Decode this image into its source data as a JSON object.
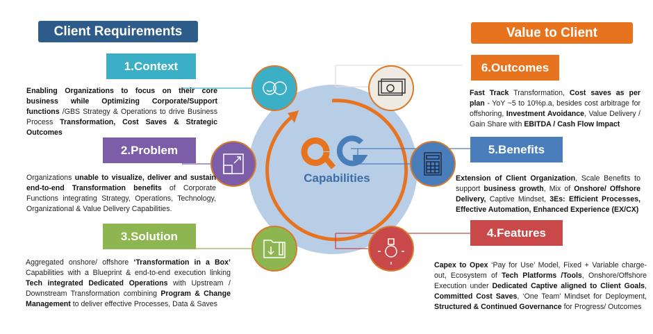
{
  "headers": {
    "left": "Client Requirements",
    "right": "Value to Client"
  },
  "center": {
    "logo": "QG",
    "caption": "Capabilities"
  },
  "colors": {
    "dark_blue": "#2E5C8A",
    "orange": "#E8731F",
    "teal": "#3AAFC6",
    "purple": "#7B5EA7",
    "green": "#8DB550",
    "blue": "#4A7EBB",
    "red": "#C9484A",
    "circle_bg": "#B8CDE6"
  },
  "items": [
    {
      "label": "1.Context",
      "icon": "sun-face-icon",
      "parts": [
        [
          "b",
          "Enabling Organizations to focus on their core business while Optimizing Corporate/Support functions"
        ],
        [
          "n",
          " /GBS Strategy & Operations to drive Business Process "
        ],
        [
          "b",
          "Transformation, Cost Saves & Strategic Outcomes"
        ]
      ]
    },
    {
      "label": "2.Problem",
      "icon": "expand-icon",
      "parts": [
        [
          "n",
          "Organizations "
        ],
        [
          "b",
          "unable to visualize, deliver and sustain end-to-end Transformation benefits"
        ],
        [
          "n",
          " of Corporate Functions integrating Strategy, Operations, Technology, Organizational & Value Delivery Capabilities."
        ]
      ]
    },
    {
      "label": "3.Solution",
      "icon": "folder-download-icon",
      "parts": [
        [
          "n",
          "Aggregated onshore/ offshore "
        ],
        [
          "b",
          "‘Transformation in a Box’"
        ],
        [
          "n",
          " Capabilities with a Blueprint & end-to-end execution linking "
        ],
        [
          "b",
          "Tech integrated Dedicated Operations"
        ],
        [
          "n",
          " with Upstream / Downstream Transformation combining "
        ],
        [
          "b",
          "Program & Change Management"
        ],
        [
          "n",
          " to deliver effective Processes, Data & Saves"
        ]
      ]
    },
    {
      "label": "4.Features",
      "icon": "lightbulb-icon",
      "parts": [
        [
          "b",
          "Capex to Opex"
        ],
        [
          "n",
          " ‘Pay for Use’ Model, Fixed + Variable charge-out, Ecosystem of "
        ],
        [
          "b",
          "Tech Platforms /Tools"
        ],
        [
          "n",
          ", Onshore/Offshore Execution under "
        ],
        [
          "b",
          "Dedicated Captive aligned to Client Goals"
        ],
        [
          "n",
          ", "
        ],
        [
          "b",
          "Committed Cost Saves"
        ],
        [
          "n",
          ", ‘One Team’ Mindset for Deployment, "
        ],
        [
          "b",
          "Structured & Continued Governance"
        ],
        [
          "n",
          " for Progress/ Outcomes"
        ]
      ]
    },
    {
      "label": "5.Benefits",
      "icon": "calculator-icon",
      "parts": [
        [
          "b",
          "Extension of Client Organization"
        ],
        [
          "n",
          ", Scale Benefits to support "
        ],
        [
          "b",
          "business growth"
        ],
        [
          "n",
          ", Mix of "
        ],
        [
          "b",
          "Onshore/ Offshore Delivery,"
        ],
        [
          "n",
          " Captive Mindset, "
        ],
        [
          "b",
          "3Es: Efficient Processes, Effective Automation, Enhanced Experience (EX/CX)"
        ]
      ]
    },
    {
      "label": "6.Outcomes",
      "icon": "money-bill-icon",
      "parts": [
        [
          "b",
          "Fast Track"
        ],
        [
          "n",
          " Transformation, "
        ],
        [
          "b",
          "Cost saves as per plan"
        ],
        [
          "n",
          " - YoY ~5 to 10%p.a, besides cost arbitrage for offshoring, "
        ],
        [
          "b",
          "Investment Avoidance"
        ],
        [
          "n",
          ", Value Delivery / Gain Share with "
        ],
        [
          "b",
          "EBITDA / Cash Flow Impact"
        ]
      ]
    }
  ]
}
